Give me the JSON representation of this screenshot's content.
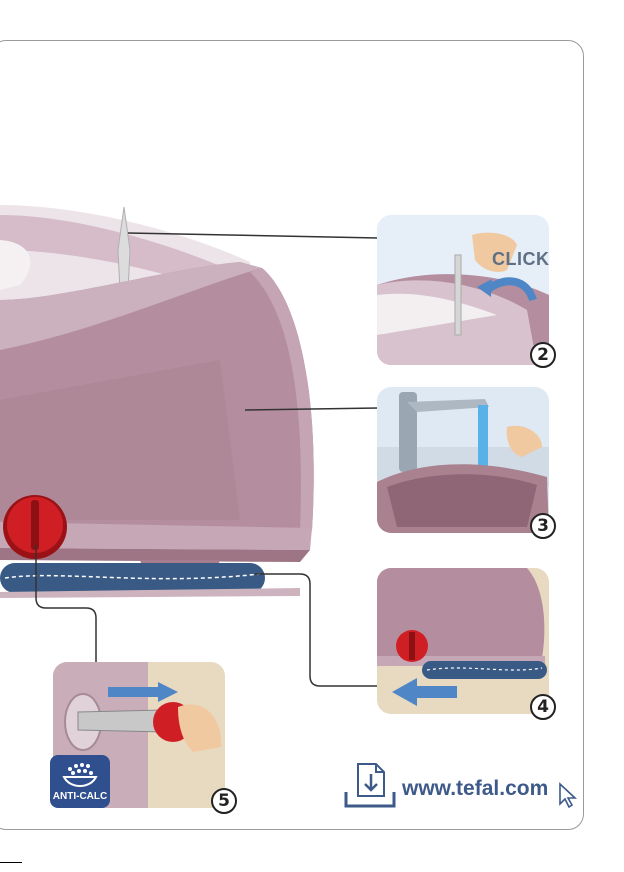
{
  "steps": {
    "step2": {
      "number": "2",
      "label": "CLICK"
    },
    "step3": {
      "number": "3"
    },
    "step4": {
      "number": "4"
    },
    "step5": {
      "number": "5",
      "badge": "ANTI-CALC"
    }
  },
  "footer": {
    "website": "www.tefal.com"
  },
  "icons": [
    "download-document-icon",
    "cursor-arrow-icon",
    "anti-calc-drop-icon"
  ],
  "colors": {
    "body_mauve": "#b48e9e",
    "accent_red": "#d01f24",
    "badge_blue": "#2f4f8f",
    "link_blue": "#3d5a8a",
    "arrow_blue": "#4f86c6"
  }
}
